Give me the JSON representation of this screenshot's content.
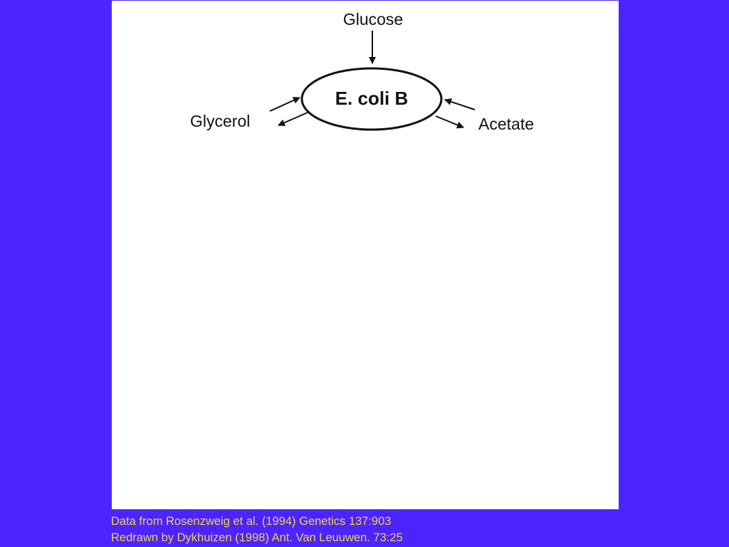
{
  "diagram": {
    "center_label": "E. coli B",
    "nodes": {
      "top": "Glucose",
      "left": "Glycerol",
      "right": "Acetate"
    }
  },
  "credits": {
    "line1": "Data from Rosenzweig et al. (1994) Genetics 137:903",
    "line2": "Redrawn by Dykhuizen (1998) Ant. Van Leuuwen. 73:25"
  },
  "colors": {
    "background": "#4c24ff",
    "panel": "#ffffff",
    "credit_text": "#f2d23a"
  }
}
